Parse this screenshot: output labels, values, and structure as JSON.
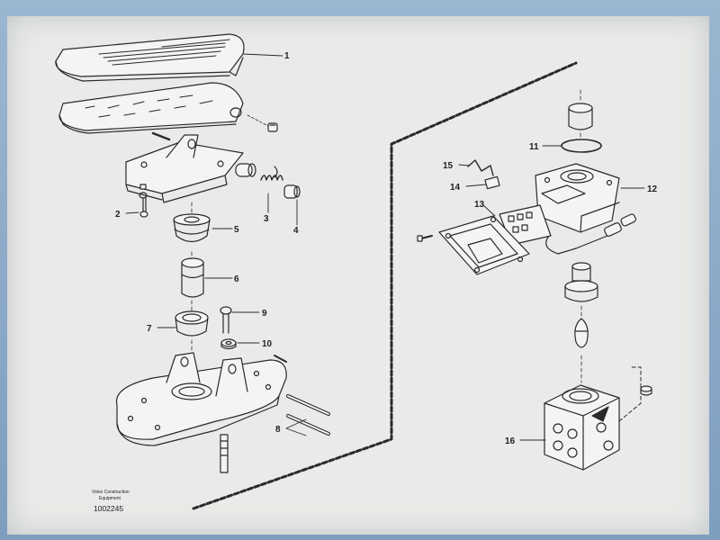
{
  "diagram": {
    "callouts": [
      "1",
      "2",
      "3",
      "4",
      "5",
      "6",
      "7",
      "8",
      "9",
      "10",
      "11",
      "12",
      "13",
      "14",
      "15",
      "16"
    ],
    "company_line1": "Volvo Construction",
    "company_line2": "Equipment",
    "document_number": "1002245"
  },
  "colors": {
    "paper": "#e9ebe8",
    "line": "#2a2a2a",
    "frame": "#8aa9c8"
  }
}
